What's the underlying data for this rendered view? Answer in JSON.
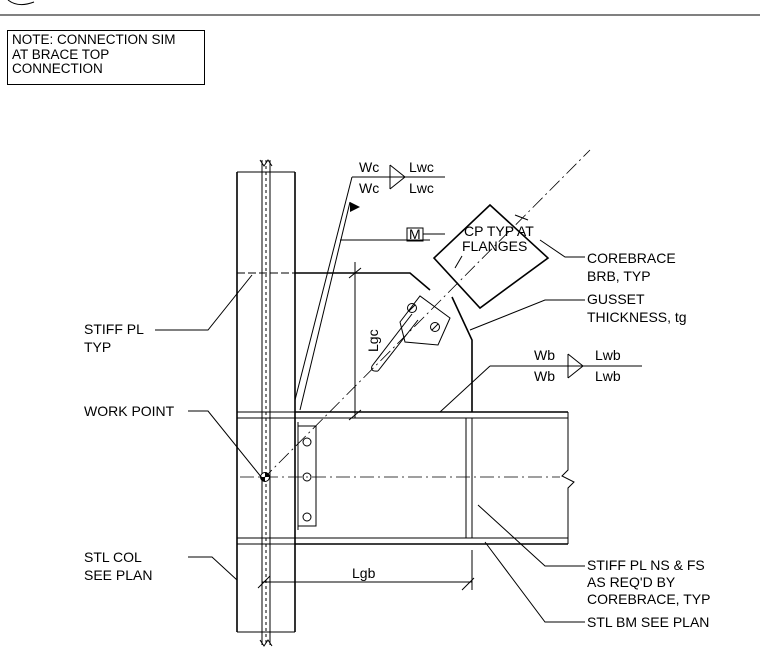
{
  "note": {
    "lines": [
      "NOTE: CONNECTION SIM",
      "AT BRACE TOP",
      "CONNECTION"
    ]
  },
  "weld_column": {
    "size_top": "Wc",
    "length_top": "Lwc",
    "size_bottom": "Wc",
    "length_bottom": "Lwc"
  },
  "weld_beam": {
    "size_top": "Wb",
    "length_top": "Lwb",
    "size_bottom": "Wb",
    "length_bottom": "Lwb"
  },
  "marker_m": "M",
  "cp_note": [
    "CP TYP AT",
    "FLANGES"
  ],
  "dimensions": {
    "gusset_column_length": "Lgc",
    "gusset_beam_length": "Lgb"
  },
  "callouts": {
    "corebrace": [
      "COREBRACE",
      "BRB, TYP"
    ],
    "gusset": [
      "GUSSET",
      "THICKNESS, tg"
    ],
    "stiff_pl": [
      "STIFF PL",
      "TYP"
    ],
    "work_point": [
      "WORK POINT"
    ],
    "stl_col": [
      "STL COL",
      "SEE PLAN"
    ],
    "stiff_pl_ns_fs": [
      "STIFF PL NS & FS",
      "AS REQ'D BY",
      "COREBRACE, TYP"
    ],
    "stl_bm": [
      "STL BM SEE PLAN"
    ]
  }
}
